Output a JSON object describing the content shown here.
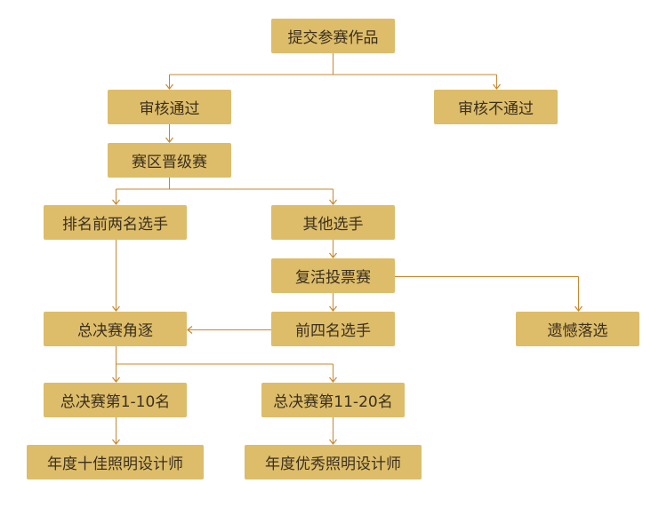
{
  "nodes": {
    "submit": "提交参赛作品",
    "approved": "审核通过",
    "rejected": "审核不通过",
    "regional": "赛区晋级赛",
    "top4": "排名前两名选手",
    "others": "其他选手",
    "revival_vote": "复活投票赛",
    "eliminated": "遗憾落选",
    "final_contest": "总决赛角逐",
    "front4": "前四名选手",
    "final_1_10": "总决赛第1-10名",
    "final_11_20": "总决赛第11-20名",
    "top10_designer": "年度十佳照明设计师",
    "excellent_designer": "年度优秀照明设计师"
  },
  "colors": {
    "box": "#ddbd6a",
    "text": "#3b2f1e",
    "line": "#c8872f"
  }
}
